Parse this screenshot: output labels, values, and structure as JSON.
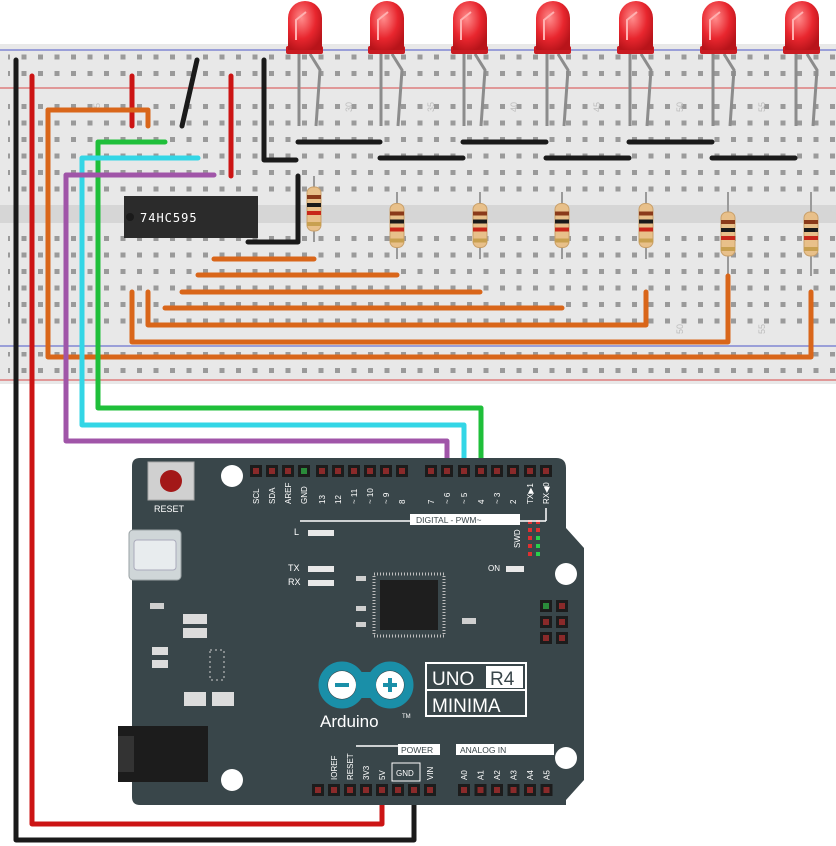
{
  "breadboard": {
    "column_numbers": [
      "30",
      "35",
      "40",
      "45",
      "50",
      "55"
    ],
    "column_numbers_lower": [
      "50",
      "55"
    ],
    "faint_left_label": "5"
  },
  "chip": {
    "label": "74HC595"
  },
  "board": {
    "reset_label": "RESET",
    "brand": "Arduino",
    "trademark": "TM",
    "model_line1": "UNO",
    "model_badge": "R4",
    "model_line2": "MINIMA",
    "digital_label": "DIGITAL - PWM~",
    "power_label": "POWER",
    "analog_label": "ANALOG IN",
    "swd_label": "SWD",
    "on_label": "ON",
    "l_label": "L",
    "tx_label": "TX",
    "rx_label": "RX",
    "top_pins": [
      "SCL",
      "SDA",
      "AREF",
      "GND",
      "13",
      "12",
      "~ 11",
      "~ 10",
      "~ 9",
      "8",
      "7",
      "~ 6",
      "~ 5",
      "4",
      "~ 3",
      "2",
      "TX▶1",
      "RX◀0"
    ],
    "power_pins": [
      "IOREF",
      "RESET",
      "3V3",
      "5V",
      "GND",
      "VIN"
    ],
    "analog_pins": [
      "A0",
      "A1",
      "A2",
      "A3",
      "A4",
      "A5"
    ]
  },
  "colors": {
    "breadboard": "#e6e6e6",
    "board": "#39464a",
    "wire_red": "#cc1414",
    "wire_black": "#1a1a1a",
    "wire_orange": "#d9661a",
    "wire_green": "#1fbf3a",
    "wire_cyan": "#33d6e6",
    "wire_purple": "#a055a8",
    "led": "#e8262e"
  }
}
